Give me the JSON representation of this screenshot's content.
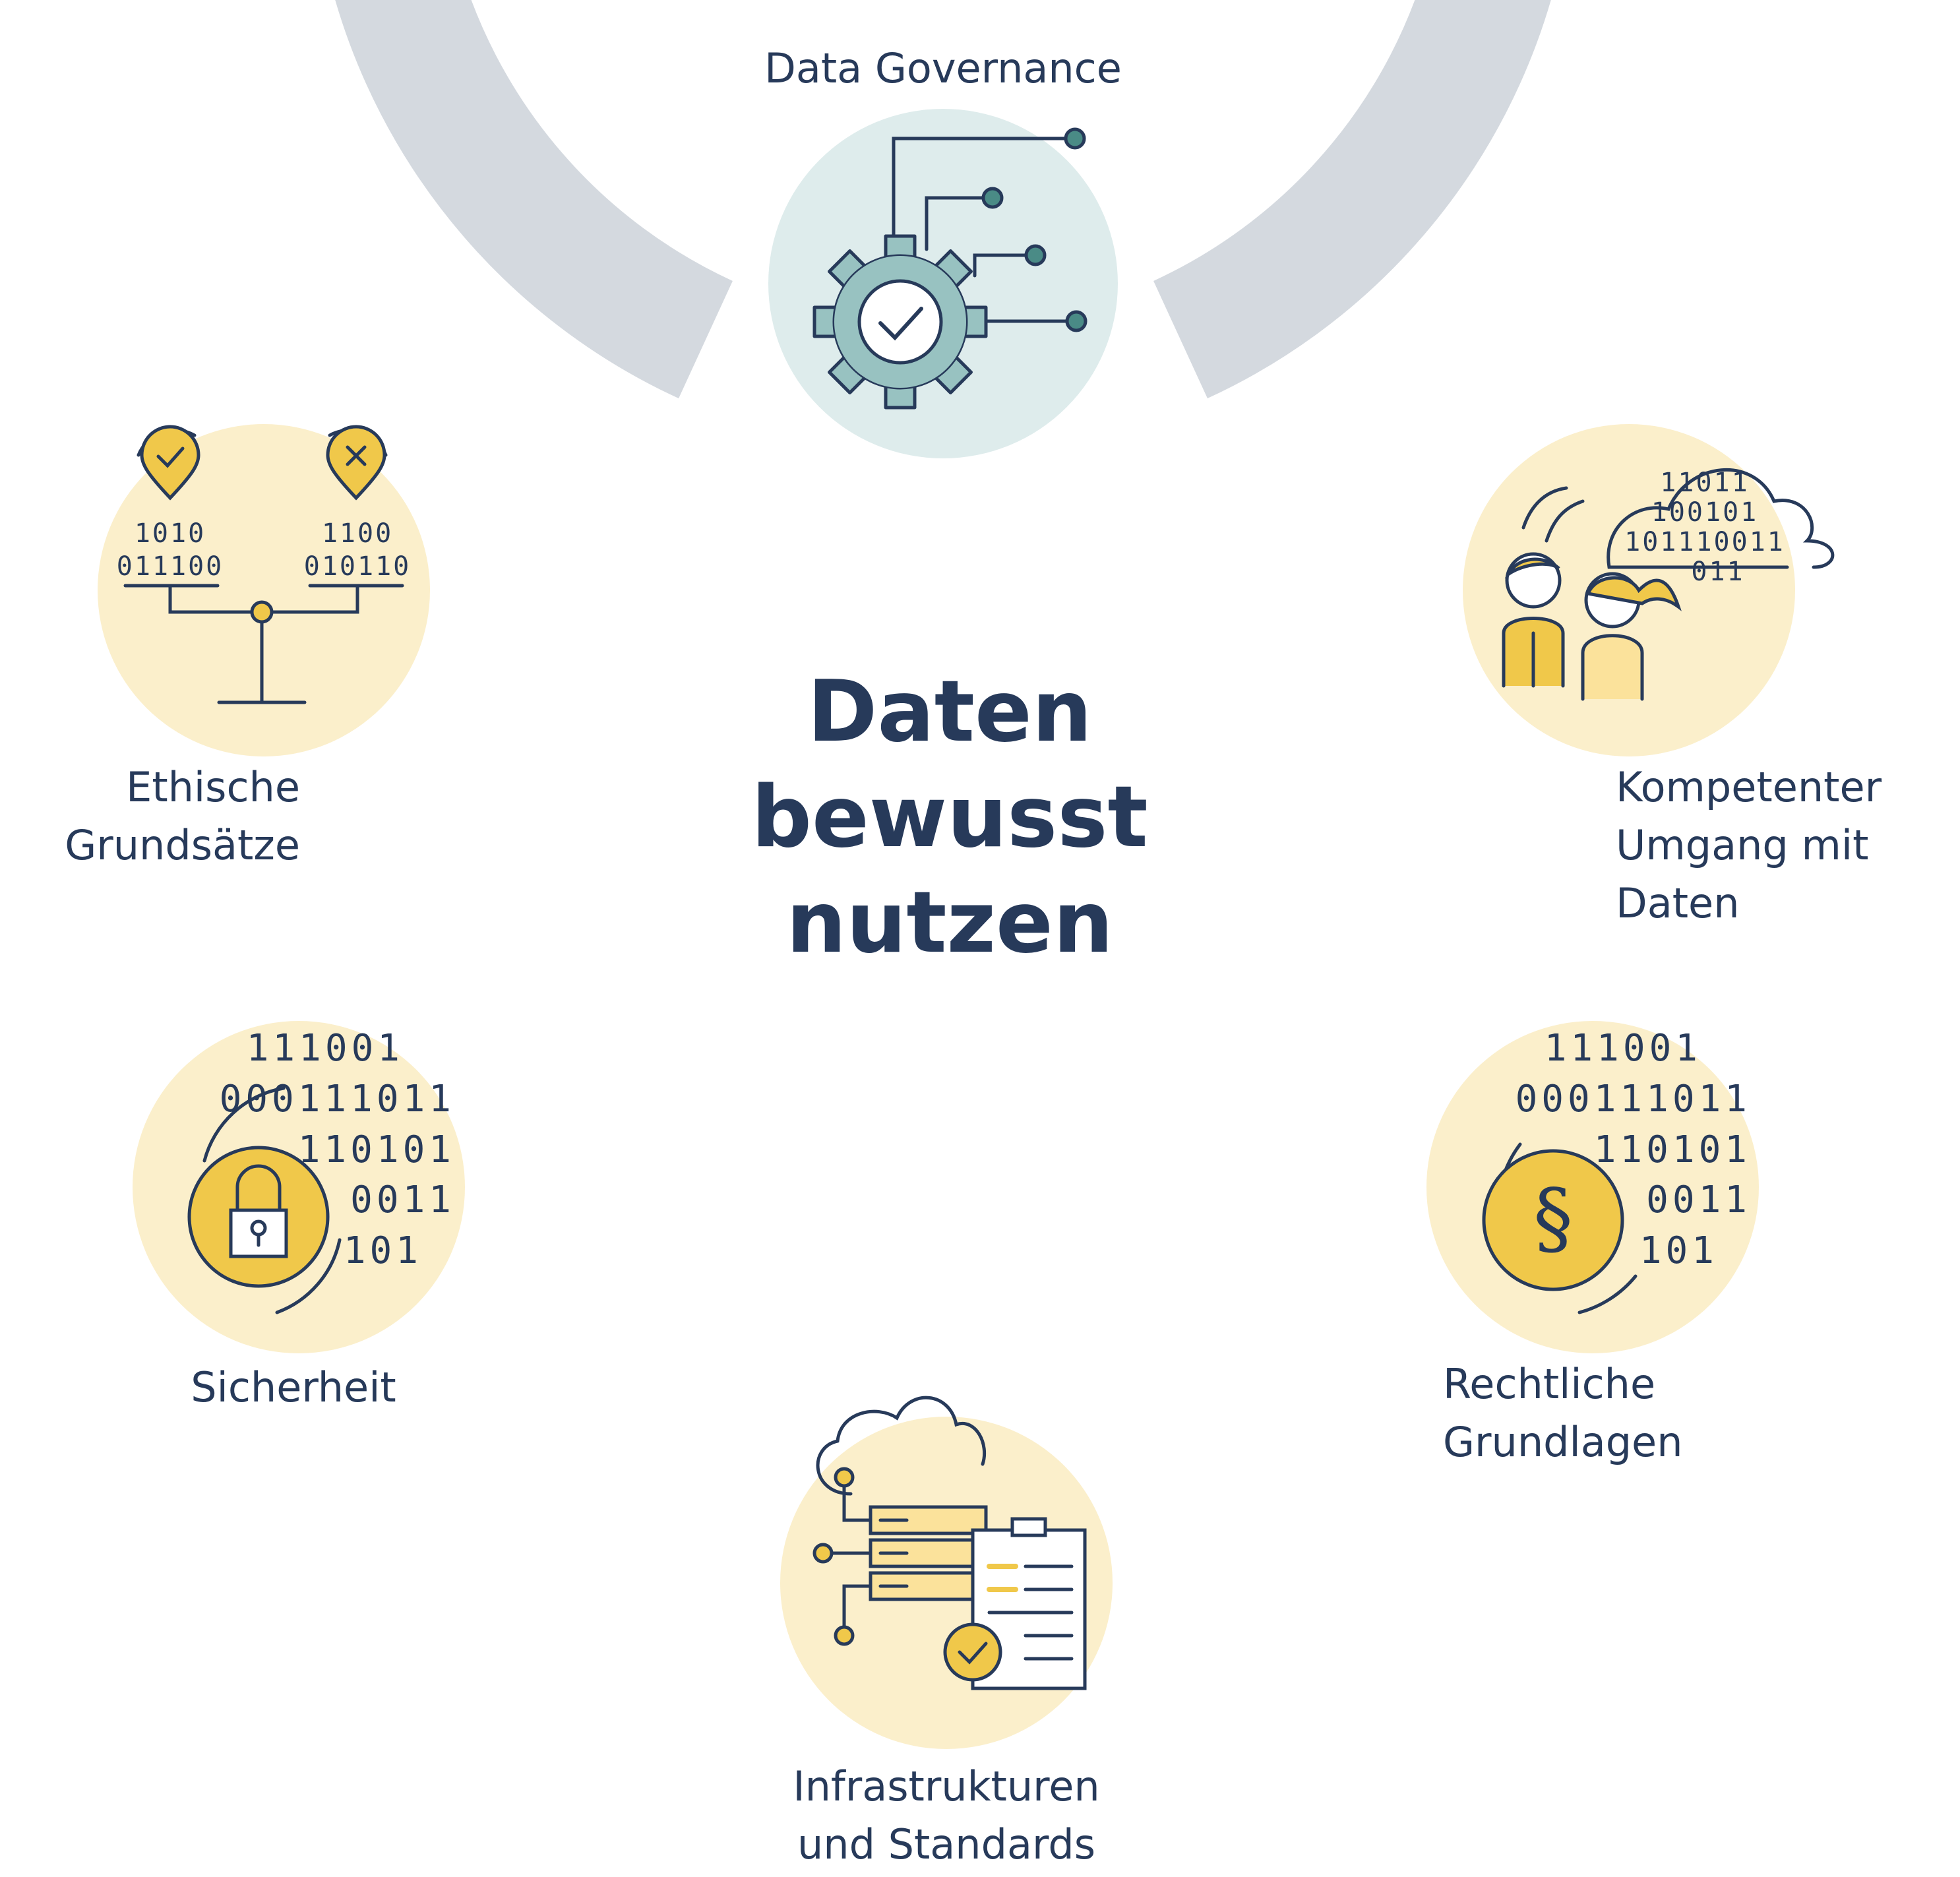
{
  "center_title": [
    "Daten",
    "bewusst",
    "nutzen"
  ],
  "nodes": {
    "data_governance": {
      "label": [
        "Data Governance"
      ],
      "icon": "gear-check-circuit-icon"
    },
    "kompetenter_umgang": {
      "label": [
        "Kompetenter",
        "Umgang mit",
        "Daten"
      ],
      "icon": "people-binary-cloud-icon"
    },
    "rechtliche_grundlagen": {
      "label": [
        "Rechtliche",
        "Grundlagen"
      ],
      "icon": "paragraph-coin-binary-icon"
    },
    "infrastrukturen": {
      "label": [
        "Infrastrukturen",
        "und Standards"
      ],
      "icon": "server-cloud-clipboard-icon"
    },
    "sicherheit": {
      "label": [
        "Sicherheit"
      ],
      "icon": "padlock-binary-icon"
    },
    "ethische_grundsaetze": {
      "label": [
        "Ethische",
        "Grundsätze"
      ],
      "icon": "balance-binary-icon"
    }
  },
  "binary": {
    "block": [
      "111001",
      "000111011",
      "110101",
      "0011",
      "101"
    ],
    "cloud": [
      "11011",
      "100101",
      "101110011",
      "011"
    ],
    "scale_left": [
      "1010",
      "011100"
    ],
    "scale_right": [
      "1100",
      "010110"
    ]
  },
  "colors": {
    "ring": "#d4d9df",
    "navy": "#273a5a",
    "yellow_bg": "#fbefcb",
    "yellow": "#f0c84a",
    "teal_bg": "#deecec",
    "teal": "#98c2c1",
    "teal_dark": "#4a8b86"
  }
}
